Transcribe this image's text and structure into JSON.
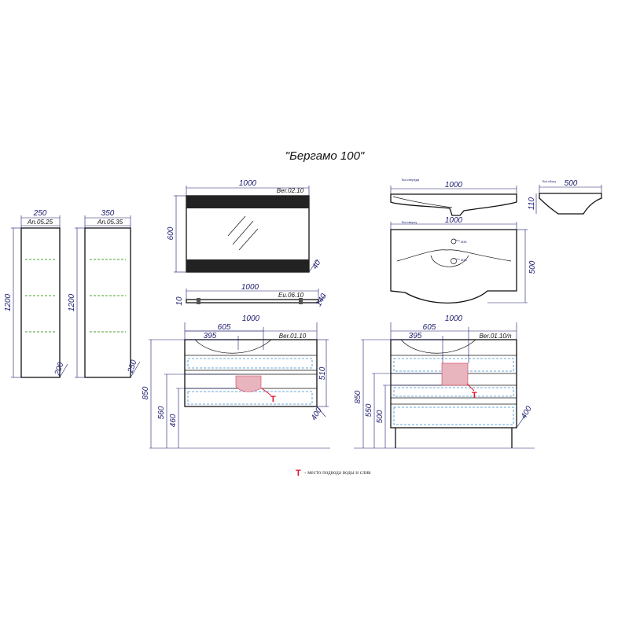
{
  "title": "\"Бергамо 100\"",
  "cabinet_250": {
    "width": "250",
    "code": "An.05.25",
    "height": "1200",
    "depth": "200"
  },
  "cabinet_350": {
    "width": "350",
    "code": "An.05.35",
    "height": "1200",
    "depth": "250"
  },
  "mirror": {
    "width": "1000",
    "code": "Ber.02.10",
    "height": "600",
    "depth": "40"
  },
  "shelf": {
    "width": "1000",
    "code": "Eu.06.10",
    "height": "10",
    "depth": "140"
  },
  "vanity_wall": {
    "width": "1000",
    "code": "Ber.01.10",
    "dim_605": "605",
    "dim_395": "395",
    "dim_850": "850",
    "dim_560": "560",
    "dim_460": "460",
    "dim_510": "510",
    "depth": "400"
  },
  "vanity_floor": {
    "width": "1000",
    "code": "Ber.01.10/n",
    "dim_605": "605",
    "dim_395": "395",
    "dim_850": "850",
    "dim_550": "550",
    "dim_500": "500",
    "depth": "400"
  },
  "basin_front": {
    "width": "1000",
    "label": "Bul.спереди"
  },
  "basin_side": {
    "width": "500",
    "height": "110",
    "label": "Bul.сбоку"
  },
  "basin_top": {
    "width": "1000",
    "depth": "500",
    "label": "Bul.сверху",
    "hole_1": "Ø35",
    "hole_2": "Ø43"
  },
  "legend": {
    "marker": "Т",
    "text": "- место подвода воды и слив"
  }
}
